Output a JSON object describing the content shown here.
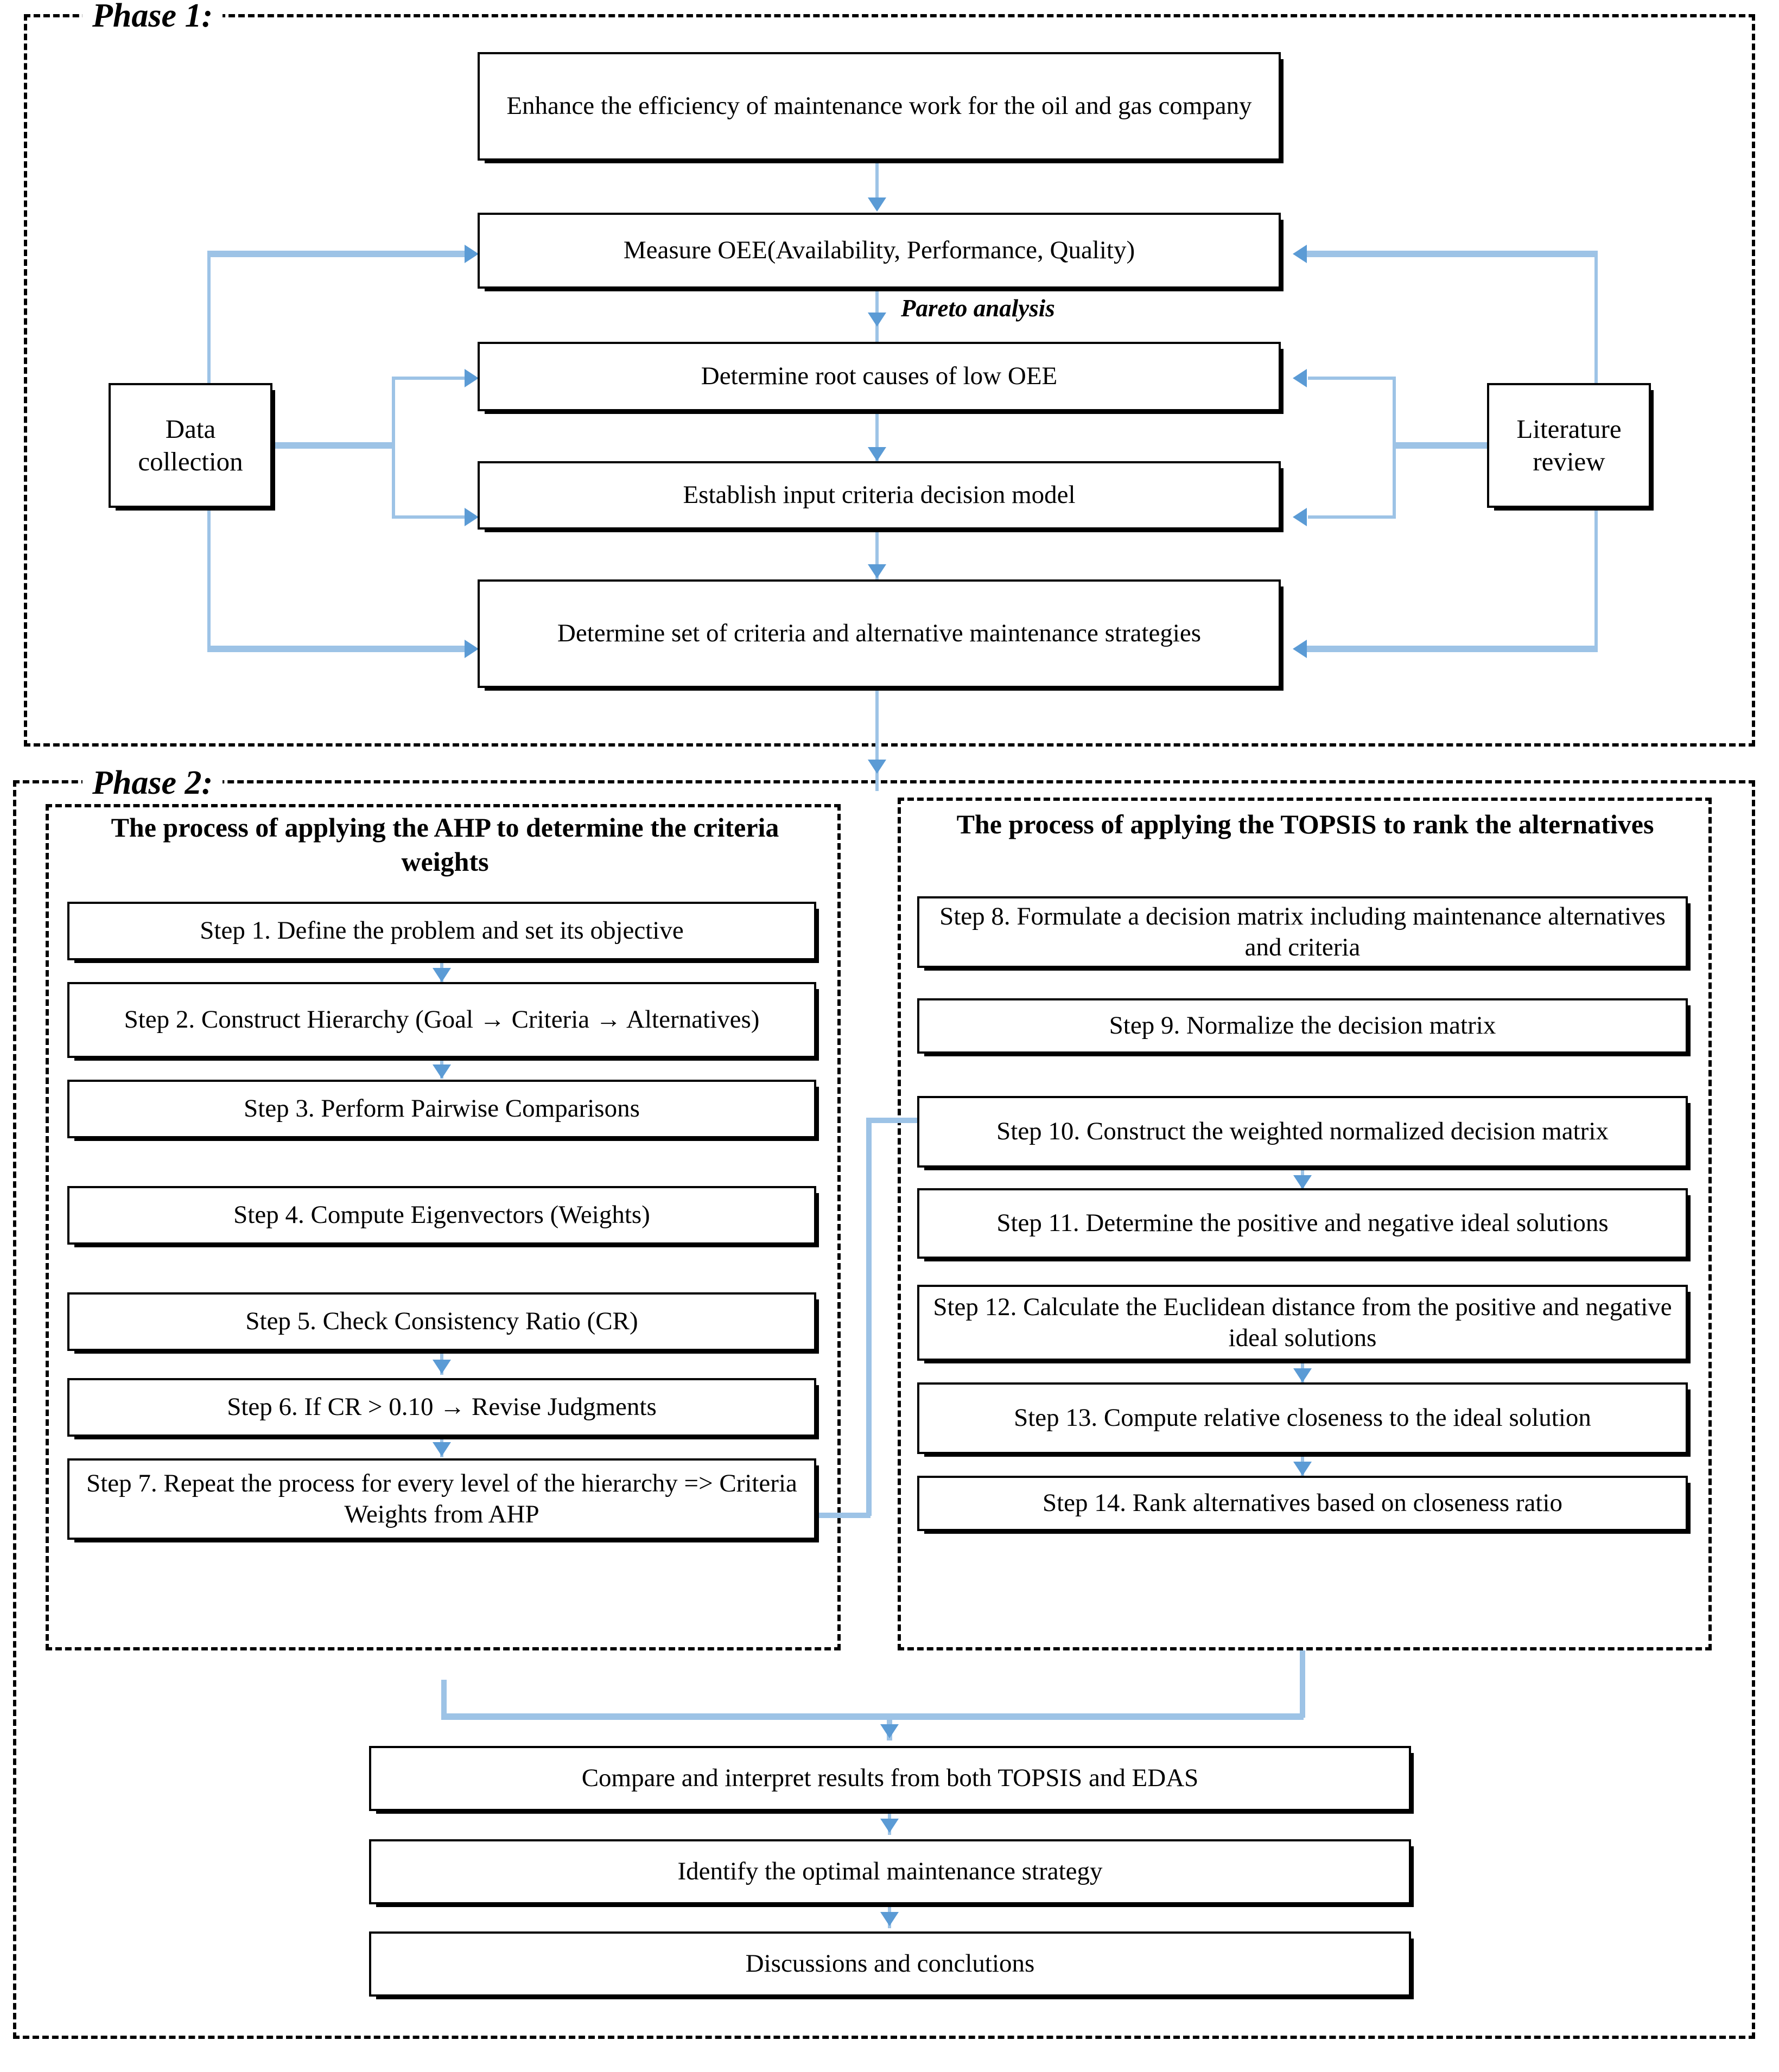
{
  "figure": {
    "type": "flowchart",
    "accent_connector_color": "#9dc3e6",
    "arrowhead_color": "#5b9bd5",
    "box_border_color": "#000000",
    "background_color": "#ffffff"
  },
  "phase1": {
    "label": "Phase 1:",
    "boxes": {
      "goal": "Enhance the efficiency of maintenance work for the oil and gas company",
      "measure_oee": "Measure OEE(Availability, Performance, Quality)",
      "root_causes": "Determine root causes of low OEE",
      "input_criteria": "Establish input criteria decision model",
      "criteria_alternatives": "Determine set of criteria and alternative maintenance strategies",
      "data_collection": "Data collection",
      "literature_review": "Literature review"
    },
    "edge_labels": {
      "pareto": "Pareto analysis"
    }
  },
  "phase2": {
    "label": "Phase 2:",
    "ahp": {
      "heading": "The process of applying the AHP to determine the criteria weights",
      "steps": [
        "Step 1. Define the problem and set its objective",
        "Step 2. Construct Hierarchy (Goal → Criteria → Alternatives)",
        "Step 3. Perform Pairwise Comparisons",
        "Step 4. Compute Eigenvectors (Weights)",
        "Step 5. Check Consistency Ratio (CR)",
        "Step 6.  If CR > 0.10 → Revise Judgments",
        "Step 7. Repeat the process for every level of the hierarchy => Criteria Weights from AHP"
      ]
    },
    "topsis": {
      "heading": "The process of applying the TOPSIS to rank the alternatives",
      "steps": [
        "Step 8. Formulate a decision matrix including maintenance alternatives and criteria",
        "Step 9. Normalize the decision matrix",
        "Step 10. Construct the weighted normalized decision matrix",
        "Step 11. Determine the positive and negative ideal solutions",
        "Step 12. Calculate the Euclidean distance from the positive and negative ideal solutions",
        "Step 13. Compute relative closeness to the ideal solution",
        "Step 14. Rank alternatives based on closeness ratio"
      ]
    },
    "conclusion_boxes": [
      "Compare and interpret results from both TOPSIS and EDAS",
      "Identify the optimal maintenance strategy",
      "Discussions and conclutions"
    ]
  }
}
